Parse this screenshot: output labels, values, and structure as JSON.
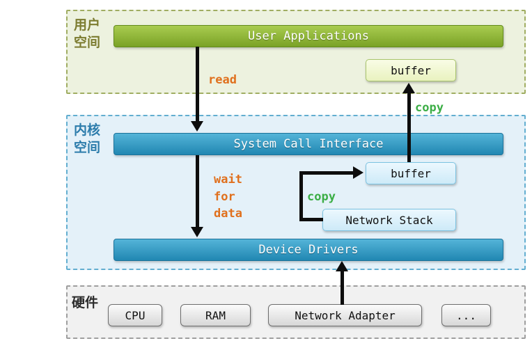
{
  "user_space": {
    "section_label": "用户\n空间",
    "app_bar": "User Applications",
    "buffer": "buffer"
  },
  "kernel_space": {
    "section_label": "内核\n空间",
    "syscall_bar": "System Call Interface",
    "buffer": "buffer",
    "network_stack": "Network Stack",
    "drivers_bar": "Device Drivers"
  },
  "hardware": {
    "section_label": "硬件",
    "items": [
      "CPU",
      "RAM",
      "Network Adapter",
      "..."
    ]
  },
  "annotations": {
    "read": "read",
    "wait_for_data": "wait\nfor\ndata",
    "copy_stack_to_buffer": "copy",
    "copy_kernel_to_user": "copy"
  },
  "colors": {
    "user_bar_green": "#7aa226",
    "kernel_bar_blue": "#2187b2",
    "orange_label": "#e0701d",
    "green_label": "#3cae46",
    "arrow": "#0d0d0d"
  }
}
